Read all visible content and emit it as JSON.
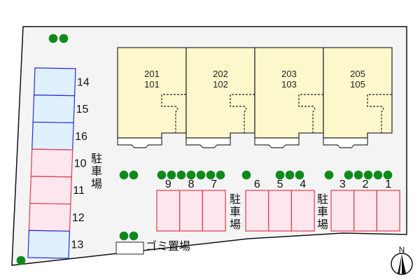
{
  "colors": {
    "background": "#ffffff",
    "lot_fill": "#f4f4f4",
    "lot_border": "#111111",
    "building_fill": "#fdf8cc",
    "building_border": "#333333",
    "parking_blue_fill": "#dff1fd",
    "parking_blue_border": "#2a2adf",
    "parking_red_fill": "#fde6ee",
    "parking_red_border": "#e33a4a",
    "tree": "#0e8a1a"
  },
  "buildings": [
    {
      "upper": "201",
      "lower": "101"
    },
    {
      "upper": "202",
      "lower": "102"
    },
    {
      "upper": "203",
      "lower": "103"
    },
    {
      "upper": "205",
      "lower": "105"
    }
  ],
  "left_parking": [
    {
      "number": "14",
      "type": "blue"
    },
    {
      "number": "15",
      "type": "blue"
    },
    {
      "number": "16",
      "type": "blue"
    },
    {
      "number": "10",
      "type": "red"
    },
    {
      "number": "11",
      "type": "red"
    },
    {
      "number": "12",
      "type": "red"
    },
    {
      "number": "13",
      "type": "blue"
    }
  ],
  "bottom_parking_groups": [
    {
      "numbers": [
        "9",
        "8",
        "7"
      ],
      "type": "red"
    },
    {
      "numbers": [
        "6",
        "5",
        "4"
      ],
      "type": "red"
    },
    {
      "numbers": [
        "3",
        "2",
        "1"
      ],
      "type": "red"
    }
  ],
  "labels": {
    "parking_chars": [
      "駐",
      "車",
      "場"
    ],
    "garbage": "ゴミ置場",
    "north": "N"
  }
}
